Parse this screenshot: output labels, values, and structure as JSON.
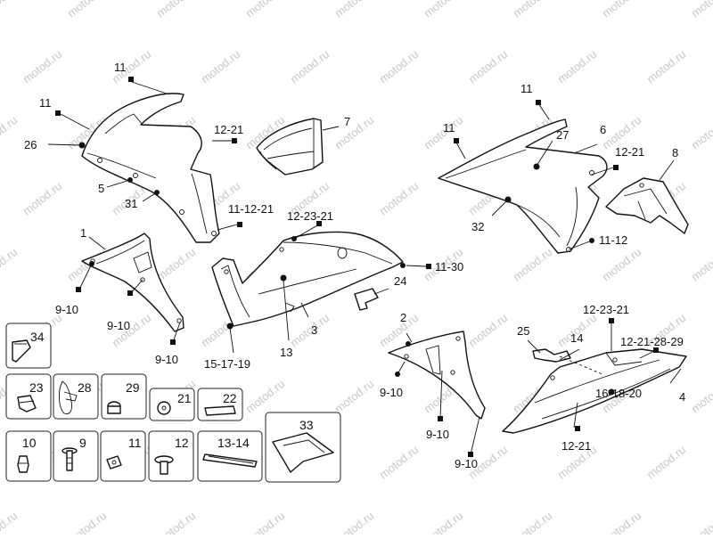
{
  "watermark": "motod.ru",
  "callouts": {
    "c11a": "11",
    "c11b": "11",
    "c26": "26",
    "c12_21a": "12-21",
    "c5": "5",
    "c31": "31",
    "c11_12_21": "11-12-21",
    "c7": "7",
    "c1": "1",
    "c9_10a": "9-10",
    "c9_10b": "9-10",
    "c9_10c": "9-10",
    "c12_23_21a": "12-23-21",
    "c11_30": "11-30",
    "c24": "24",
    "c3": "3",
    "c13": "13",
    "c15_17_19": "15-17-19",
    "c11c": "11",
    "c11d": "11",
    "c27": "27",
    "c6": "6",
    "c12_21b": "12-21",
    "c8": "8",
    "c32": "32",
    "c11_12": "11-12",
    "c2": "2",
    "c9_10d": "9-10",
    "c9_10e": "9-10",
    "c9_10f": "9-10",
    "c25": "25",
    "c14": "14",
    "c12_23_21b": "12-23-21",
    "c12_21_28_29": "12-21-28-29",
    "c4": "4",
    "c16_18_20": "16-18-20",
    "c12_21c": "12-21"
  },
  "hardware_boxes": {
    "b34": "34",
    "b23": "23",
    "b28": "28",
    "b29": "29",
    "b21": "21",
    "b22": "22",
    "b10": "10",
    "b9": "9",
    "b11": "11",
    "b12": "12",
    "b13_14": "13-14",
    "b33": "33"
  }
}
